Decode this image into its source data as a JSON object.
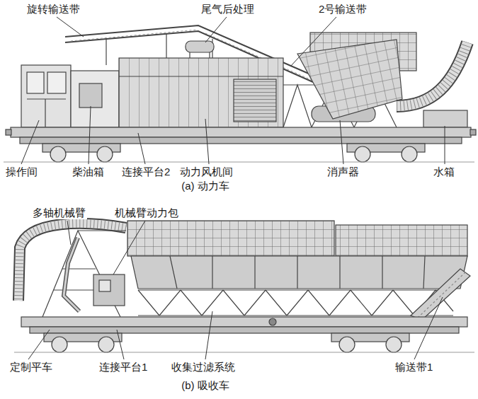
{
  "diagram": {
    "labels": [
      "旋转输送带",
      "尾气后处理",
      "2号输送带",
      "操作间",
      "柴油箱",
      "连接平台2",
      "动力风机间",
      "消声器",
      "水箱",
      "(a) 动力车",
      "多轴机械臂",
      "机械臂动力包",
      "定制平车",
      "连接平台1",
      "收集过滤系统",
      "输送带1",
      "(b) 吸收车"
    ]
  }
}
